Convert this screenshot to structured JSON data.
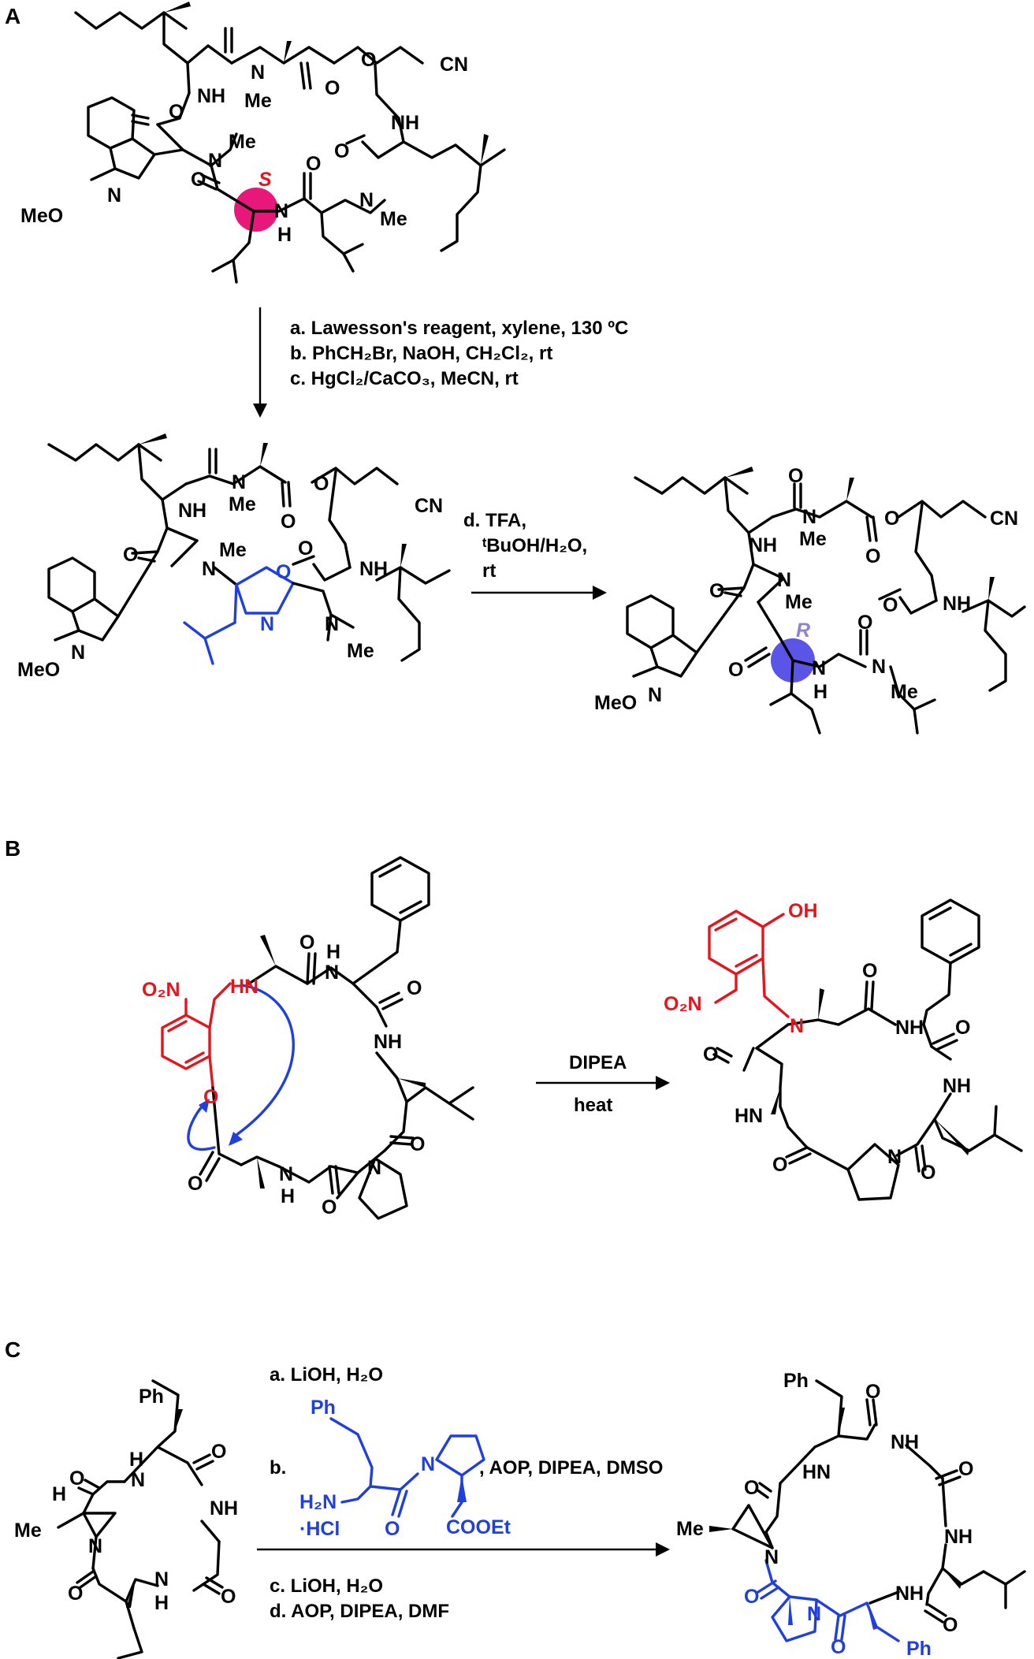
{
  "panels": {
    "A": {
      "label": "A",
      "conditions_1": {
        "a": "a. Lawesson's reagent, xylene, 130 ºC",
        "b": "b. PhCH₂Br, NaOH, CH₂Cl₂, rt",
        "c": "c. HgCl₂/CaCO₃, MeCN, rt"
      },
      "conditions_2": {
        "line1": "d. TFA,",
        "line2": "ᵗBuOH/H₂O,",
        "line3": "rt"
      },
      "stereo_start": "S",
      "stereo_end": "R",
      "highlight_start_color": "#e8187a",
      "highlight_end_color": "#5a55e6"
    },
    "B": {
      "label": "B",
      "conditions": {
        "reagent": "DIPEA",
        "temp": "heat"
      }
    },
    "C": {
      "label": "C",
      "conditions": {
        "a": "a. LiOH, H₂O",
        "b_prefix": "b.",
        "b_suffix": ", AOP, DIPEA, DMSO",
        "c": "c. LiOH, H₂O",
        "d": "d. AOP, DIPEA, DMF"
      },
      "reagent_labels": {
        "ph": "Ph",
        "amine": "H₂N",
        "salt": "·HCl",
        "ester": "COOEt"
      }
    }
  },
  "atom_labels": {
    "NH": "NH",
    "N": "N",
    "H": "H",
    "O": "O",
    "Me": "Me",
    "CN": "CN",
    "MeO": "MeO",
    "HN": "HN",
    "OH": "OH",
    "Ph": "Ph",
    "O2N": "O₂N"
  },
  "colors": {
    "red": "#e8141c",
    "blue": "#1f3fe0",
    "black": "#000000"
  }
}
